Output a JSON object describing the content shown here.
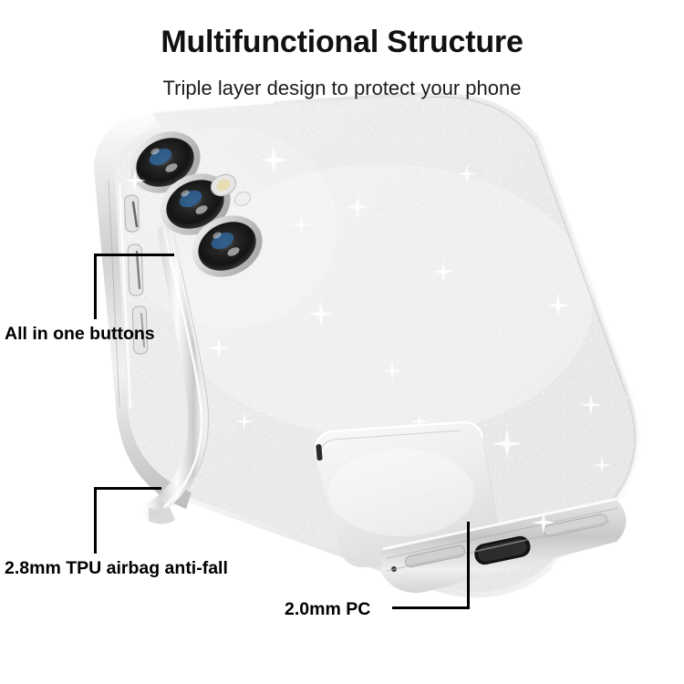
{
  "header": {
    "title": "Multifunctional Structure",
    "subtitle": "Triple layer design to protect your phone"
  },
  "annotations": [
    {
      "id": "all-in-one-buttons",
      "label": "All in one buttons"
    },
    {
      "id": "tpu-airbag",
      "label": "2.8mm TPU airbag anti-fall"
    },
    {
      "id": "pc-layer",
      "label": "2.0mm PC"
    }
  ],
  "product": {
    "type": "phone-case",
    "finish": "clear glitter",
    "camera_lens_count": 3,
    "features": [
      "kickstand",
      "side button covers",
      "usb-c cutout",
      "speaker grille"
    ]
  },
  "colors": {
    "background": "#ffffff",
    "text": "#111111",
    "leader_line": "#000000",
    "case_body": "#ececec",
    "case_rim": "#ffffff",
    "lens_ring": "#d8d8d8",
    "lens_core": "#1a1a1a",
    "lens_blue": "#3a6fa8"
  }
}
